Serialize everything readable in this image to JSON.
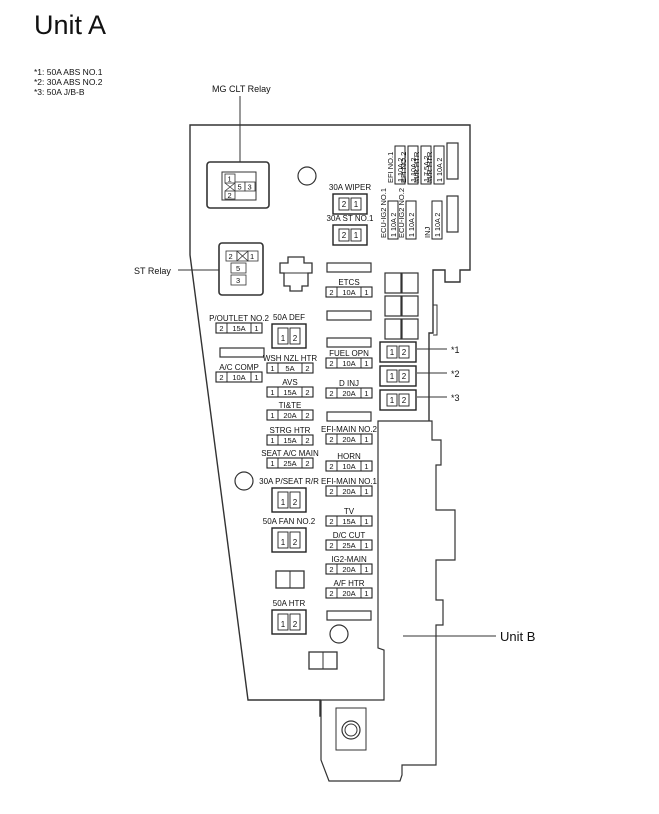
{
  "title": "Unit A",
  "notes": [
    "*1: 50A ABS NO.1",
    "*2: 30A ABS NO.2",
    "*3: 50A J/B-B"
  ],
  "callouts": {
    "mg_clt_relay": "MG CLT Relay",
    "st_relay": "ST Relay",
    "unit_b": "Unit B",
    "star1": "*1",
    "star2": "*2",
    "star3": "*3"
  },
  "relay_pins": {
    "mg": [
      "1",
      "5",
      "3",
      "2"
    ],
    "st": [
      "2",
      "1",
      "5",
      "3"
    ]
  },
  "top_fuses": [
    {
      "name": "EFI NO.1",
      "spec": "1 10A 2"
    },
    {
      "name": "EFI NO.2",
      "spec": "1 10A 2"
    },
    {
      "name": "M/R HTR",
      "spec": "1 7.5A 2"
    },
    {
      "name": "M/R HTR",
      "spec": "1 10A 2"
    }
  ],
  "ecu_fuses": [
    {
      "name": "ECU-IG2 NO.1",
      "spec": "1 10A 2"
    },
    {
      "name": "ECU-IG2 NO.2",
      "spec": "1 10A 2"
    },
    {
      "name": "INJ",
      "spec": "1 10A 2"
    }
  ],
  "middle_fuses": [
    {
      "name": "ETCS",
      "pin1": "2",
      "amp": "10A",
      "pin2": "1"
    },
    {
      "name": "FUEL OPN",
      "pin1": "2",
      "amp": "10A",
      "pin2": "1"
    },
    {
      "name": "D INJ",
      "pin1": "2",
      "amp": "20A",
      "pin2": "1"
    },
    {
      "name": "EFI-MAIN NO.2",
      "pin1": "2",
      "amp": "20A",
      "pin2": "1"
    },
    {
      "name": "HORN",
      "pin1": "2",
      "amp": "10A",
      "pin2": "1"
    },
    {
      "name": "EFI-MAIN NO.1",
      "pin1": "2",
      "amp": "20A",
      "pin2": "1"
    },
    {
      "name": "TV",
      "pin1": "2",
      "amp": "15A",
      "pin2": "1"
    },
    {
      "name": "D/C CUT",
      "pin1": "2",
      "amp": "25A",
      "pin2": "1"
    },
    {
      "name": "IG2-MAIN",
      "pin1": "2",
      "amp": "20A",
      "pin2": "1"
    },
    {
      "name": "A/F HTR",
      "pin1": "2",
      "amp": "20A",
      "pin2": "1"
    }
  ],
  "left_fuses": [
    {
      "name": "P/OUTLET NO.2",
      "pin1": "2",
      "amp": "15A",
      "pin2": "1"
    },
    {
      "name": "A/C COMP",
      "pin1": "2",
      "amp": "10A",
      "pin2": "1"
    },
    {
      "name": "WSH NZL HTR",
      "pin1": "1",
      "amp": "5A",
      "pin2": "2"
    },
    {
      "name": "AVS",
      "pin1": "1",
      "amp": "15A",
      "pin2": "2"
    },
    {
      "name": "TI&TE",
      "pin1": "1",
      "amp": "20A",
      "pin2": "2"
    },
    {
      "name": "STRG HTR",
      "pin1": "1",
      "amp": "15A",
      "pin2": "2"
    },
    {
      "name": "SEAT A/C MAIN",
      "pin1": "1",
      "amp": "25A",
      "pin2": "2"
    }
  ],
  "cartridges": [
    {
      "name": "30A WIPER",
      "pins": [
        "2",
        "1"
      ]
    },
    {
      "name": "30A ST NO.1",
      "pins": [
        "2",
        "1"
      ]
    },
    {
      "name": "50A DEF",
      "pins": [
        "1",
        "2"
      ]
    },
    {
      "name": "30A P/SEAT R/R",
      "pins": [
        "1",
        "2"
      ]
    },
    {
      "name": "50A FAN NO.2",
      "pins": [
        "1",
        "2"
      ]
    },
    {
      "name": "50A HTR",
      "pins": [
        "1",
        "2"
      ]
    },
    {
      "name": "",
      "pins": [
        "1",
        "2"
      ]
    },
    {
      "name": "",
      "pins": [
        "1",
        "2"
      ]
    },
    {
      "name": "",
      "pins": [
        "1",
        "2"
      ]
    }
  ]
}
